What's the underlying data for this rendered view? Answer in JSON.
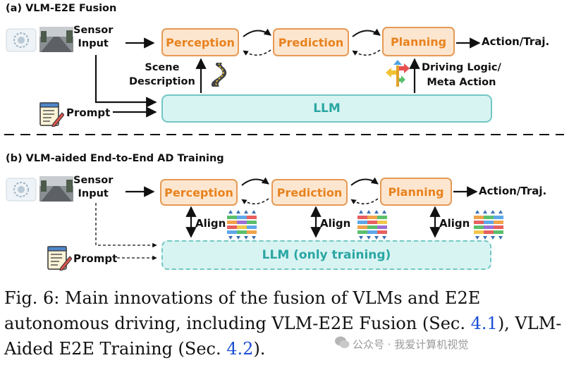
{
  "section_a": {
    "title": "(a) VLM-E2E Fusion",
    "sensor_input": "Sensor\nInput",
    "perception": "Perception",
    "prediction": "Prediction",
    "planning": "Planning",
    "action": "Action/Traj.",
    "scene_description": "Scene\nDescription",
    "driving_logic": "Driving Logic/\nMeta Action",
    "prompt": "Prompt",
    "llm": "LLM"
  },
  "section_b": {
    "title": "(b) VLM-aided End-to-End AD Training",
    "sensor_input": "Sensor\nInput",
    "perception": "Perception",
    "prediction": "Prediction",
    "planning": "Planning",
    "action": "Action/Traj.",
    "align": "Align",
    "prompt": "Prompt",
    "llm": "LLM (only training)"
  },
  "caption": {
    "prefix": "Fig. 6: Main innovations of the fusion of VLMs and E2E autonomous driving, including VLM-E2E Fusion (Sec. ",
    "ref1": "4.1",
    "middle": "), VLM-Aided E2E Training (Sec. ",
    "ref2": "4.2",
    "suffix": ")."
  },
  "watermark": "公众号 · 我爱计算机视觉",
  "colors": {
    "stage_fill": "#fde6cf",
    "stage_border": "#e69a55",
    "stage_text": "#e8821e",
    "llm_fill": "#d8f4f2",
    "llm_border": "#73c7c4",
    "llm_text": "#2aa6a3",
    "ref_link": "#1a4fd6"
  },
  "icons": [
    "camera-sensor-icon",
    "road-image-icon",
    "prompt-notepad-icon",
    "winding-road-icon",
    "direction-signs-icon",
    "token-alignment-icon"
  ]
}
